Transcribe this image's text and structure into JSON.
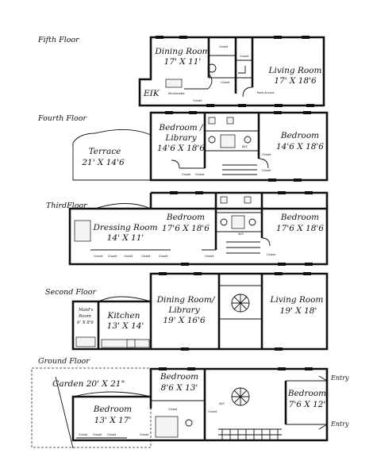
{
  "floors": {
    "fifth": {
      "title": "Fifth Floor",
      "dining_name": "Dining Room",
      "dining_dim": "17' X 11'",
      "living_name": "Living Room",
      "living_dim": "17' X 18'6",
      "eik": "EIK",
      "closet_a": "Closet",
      "closet_b": "Closet",
      "closet_c": "Closet",
      "closet_d": "Closet",
      "kitchenette": "Kitchenette",
      "roof_access": "Roof Access"
    },
    "fourth": {
      "title": "Fourth Floor",
      "terrace_name": "Terrace",
      "terrace_dim": "21' X 14'6",
      "bedlib_name_1": "Bedroom /",
      "bedlib_name_2": "Library",
      "bedlib_dim": "14'6 X 18'6",
      "bedroom_name": "Bedroom",
      "bedroom_dim": "14'6 X 18'6",
      "closet_a": "Closet",
      "closet_b": "Closet",
      "closet_c": "Closet",
      "closet_d": "Closet",
      "wic": "W/C"
    },
    "third": {
      "title": "ThirdFloor",
      "dressing_name": "Dressing Room",
      "dressing_dim": "14' X 11'",
      "bed1_name": "Bedroom",
      "bed1_dim": "17'6 X 18'6",
      "bed2_name": "Bedroom",
      "bed2_dim": "17'6 X 18'6",
      "closet_a": "Closet",
      "closet_b": "Closet",
      "closet_c": "Closet",
      "closet_d": "Closet",
      "closet_e": "Closet",
      "closet_f": "Closet",
      "closet_g": "Closet",
      "wic": "W/C"
    },
    "second": {
      "title": "Second Floor",
      "maids_1": "Maid's",
      "maids_2": "Room",
      "maids_3": "6' X 8'6",
      "kitchen_name": "Kitchen",
      "kitchen_dim": "13' X 14'",
      "dining_name_1": "Dining Room/",
      "dining_name_2": "Library",
      "dining_dim": "19' X 16'6",
      "living_name": "Living Room",
      "living_dim": "19' X 18'"
    },
    "ground": {
      "title": "Ground Floor",
      "garden": "Garden 20' X 21\"",
      "bed_top_name": "Bedroom",
      "bed_top_dim": "8'6 X 13'",
      "bed_right_name": "Bedroom",
      "bed_right_dim": "7'6 X 12'",
      "bed_main_name": "Bedroom",
      "bed_main_dim": "13' X 17'",
      "entry_top": "Entry",
      "entry_bottom": "Entry",
      "closet_a": "Closet",
      "closet_b": "Closet",
      "closet_c": "Closet",
      "closet_d": "Closet",
      "closet_e": "Closet",
      "closet_f": "Closet",
      "wic": "W/C"
    }
  }
}
